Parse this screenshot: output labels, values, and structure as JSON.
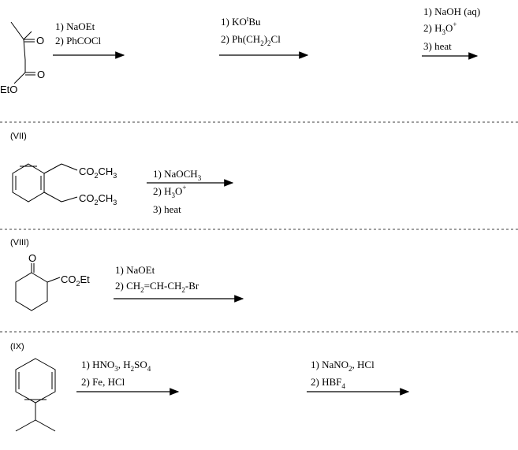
{
  "sections": [
    {
      "label": "",
      "molecule": {
        "labels": [
          "O",
          "O",
          "EtO"
        ]
      },
      "steps": [
        {
          "lines": [
            "1) NaOEt",
            "2) PhCOCl"
          ]
        },
        {
          "lines": [
            "1) KO",
            "t",
            "Bu",
            "2) Ph(CH",
            "2",
            ")",
            "2",
            "Cl"
          ]
        },
        {
          "lines": [
            "1) NaOH (aq)",
            "2) H",
            "3",
            "O",
            "+",
            "3) heat"
          ]
        }
      ]
    },
    {
      "label": "(VII)",
      "molecule": {
        "labels": [
          "CO",
          "2",
          "CH",
          "3",
          "CO",
          "2",
          "CH",
          "3"
        ]
      },
      "steps": [
        {
          "lines": [
            "1) NaOCH",
            "3",
            "2) H",
            "3",
            "O",
            "+",
            "3) heat"
          ]
        }
      ]
    },
    {
      "label": "(VIII)",
      "molecule": {
        "labels": [
          "O",
          "CO",
          "2",
          "Et"
        ]
      },
      "steps": [
        {
          "lines": [
            "1) NaOEt",
            "2) CH",
            "2",
            "=CH-CH",
            "2",
            "-Br"
          ]
        }
      ]
    },
    {
      "label": "(IX)",
      "molecule": {
        "labels": []
      },
      "steps": [
        {
          "lines": [
            "1) HNO",
            "3",
            ", H",
            "2",
            "SO",
            "4",
            "2) Fe, HCl"
          ]
        },
        {
          "lines": [
            "1) NaNO",
            "2",
            ", HCl",
            "2) HBF",
            "4"
          ]
        }
      ]
    }
  ]
}
